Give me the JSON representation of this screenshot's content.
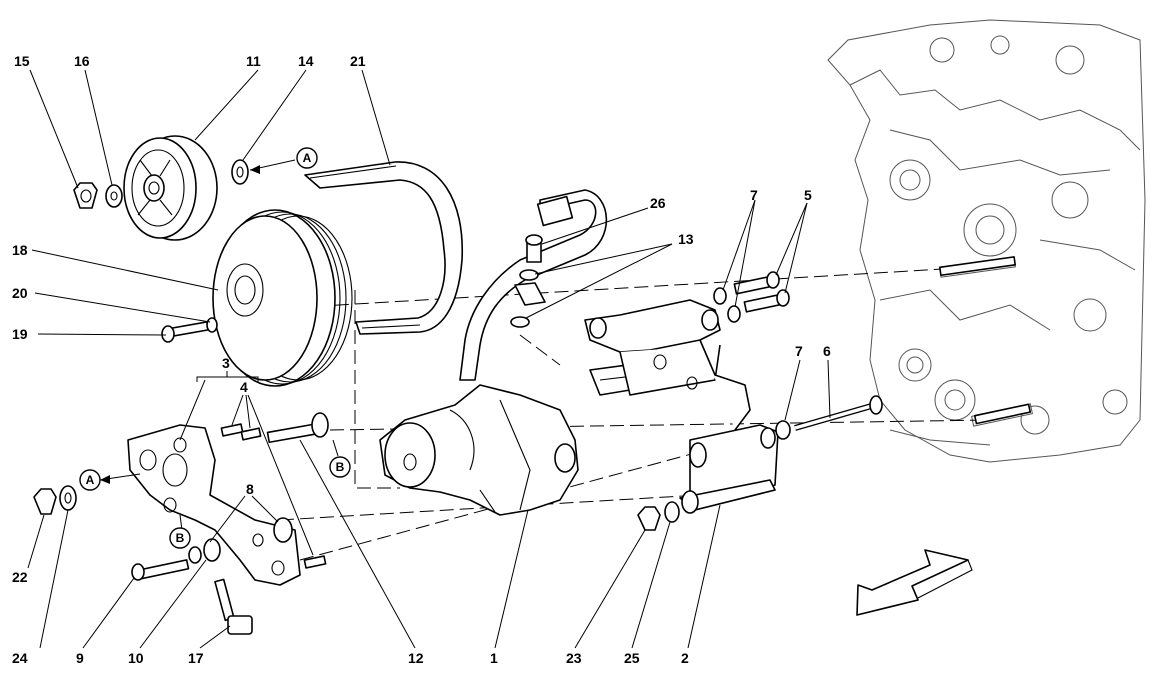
{
  "diagram": {
    "part_labels": [
      "15",
      "16",
      "11",
      "14",
      "21",
      "18",
      "20",
      "19",
      "3",
      "4",
      "26",
      "13",
      "7",
      "5",
      "6",
      "1",
      "2",
      "8",
      "22",
      "24",
      "9",
      "10",
      "17",
      "12",
      "23",
      "25"
    ],
    "callouts": [
      "A",
      "A",
      "B",
      "B"
    ],
    "arrow": "direction-arrow"
  }
}
